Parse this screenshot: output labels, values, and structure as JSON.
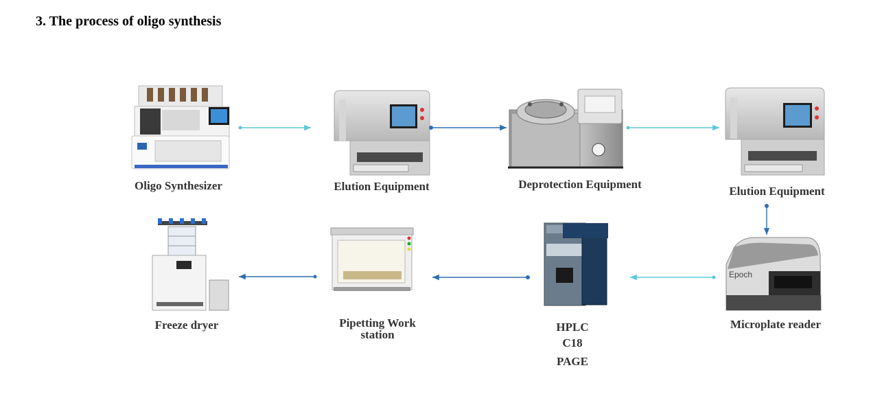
{
  "title": "3. The process of oligo synthesis",
  "nodes": {
    "oligo_synthesizer": "Oligo Synthesizer",
    "elution_1": "Elution Equipment",
    "deprotection": "Deprotection Equipment",
    "elution_2": "Elution Equipment",
    "microplate_reader": "Microplate reader",
    "microplate_brand": "Epoch",
    "hplc_line1": "HPLC",
    "hplc_line2": "C18",
    "hplc_line3": "PAGE",
    "pipetting_line1": "Pipetting Work",
    "pipetting_line2": "station",
    "freeze_dryer": "Freeze dryer"
  },
  "colors": {
    "arrow_light": "#5bc8d8",
    "arrow_dark": "#2e6fb0",
    "label": "#333333"
  }
}
